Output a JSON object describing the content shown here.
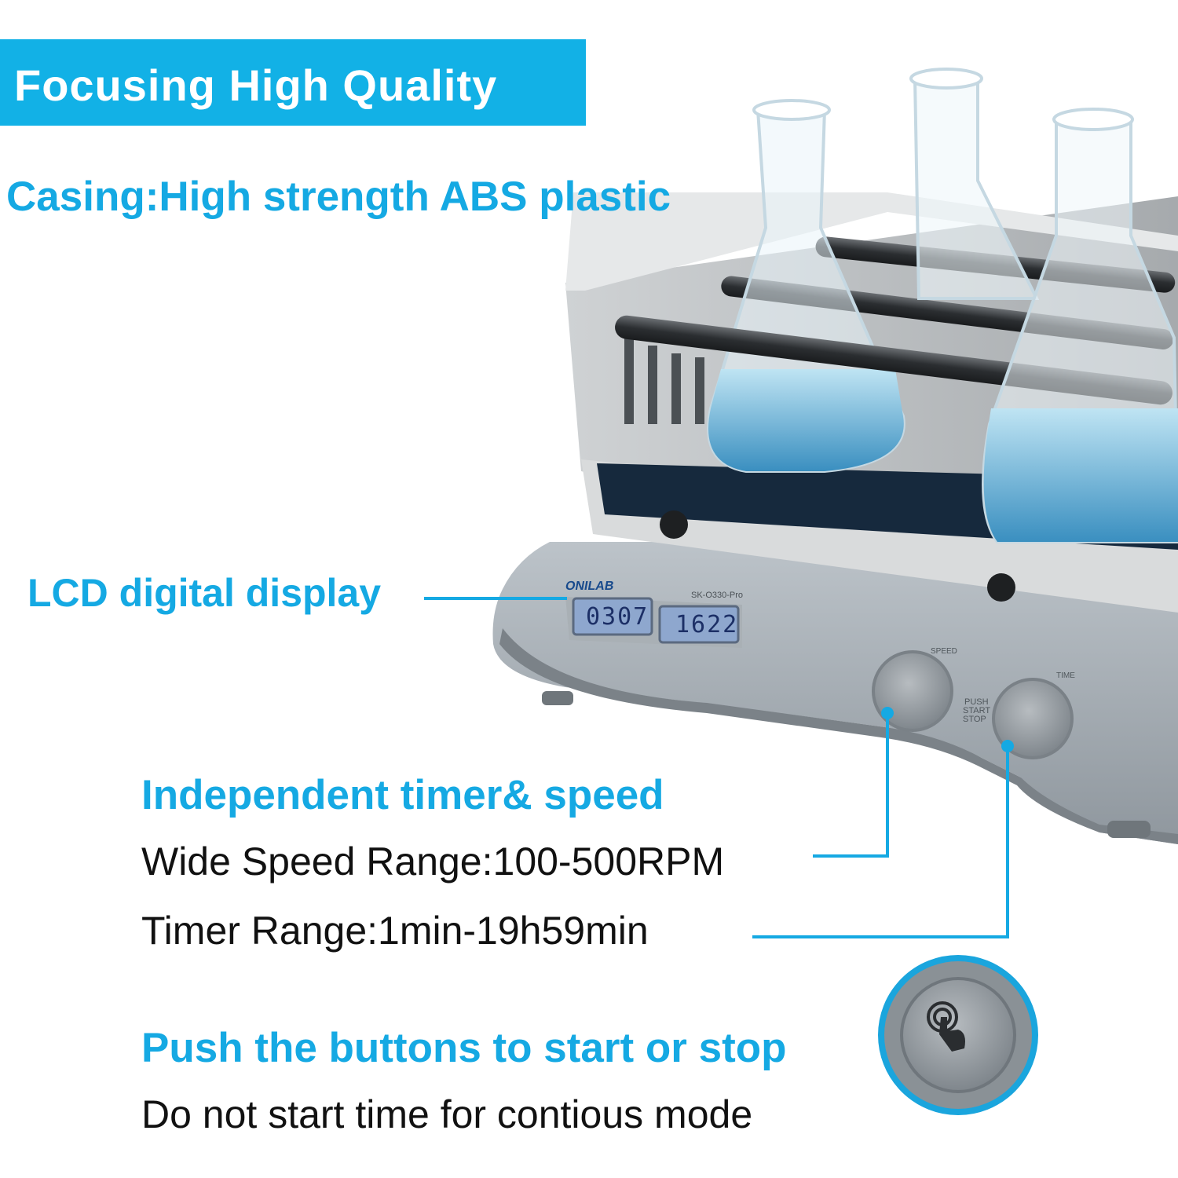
{
  "banner": {
    "title": "Focusing High Quality"
  },
  "casing": {
    "text": "Casing:High strength ABS plastic"
  },
  "lcd": {
    "label": "LCD digital display",
    "brand": "ONILAB",
    "model": "SK-O330-Pro",
    "left_value": "0307",
    "right_value": "1622"
  },
  "controls": {
    "heading": "Independent timer& speed",
    "speed_range": "Wide Speed Range:100-500RPM",
    "timer_range": "Timer Range:1min-19h59min",
    "speed_knob_label": "SPEED",
    "time_knob_label": "TIME",
    "push_label_1": "PUSH",
    "push_label_2": "START",
    "push_label_3": "STOP"
  },
  "push": {
    "heading": "Push the buttons to start or stop",
    "note": "Do not start time for contious mode"
  },
  "colors": {
    "accent": "#15a9e3",
    "banner": "#12b1e6",
    "text": "#111111"
  }
}
